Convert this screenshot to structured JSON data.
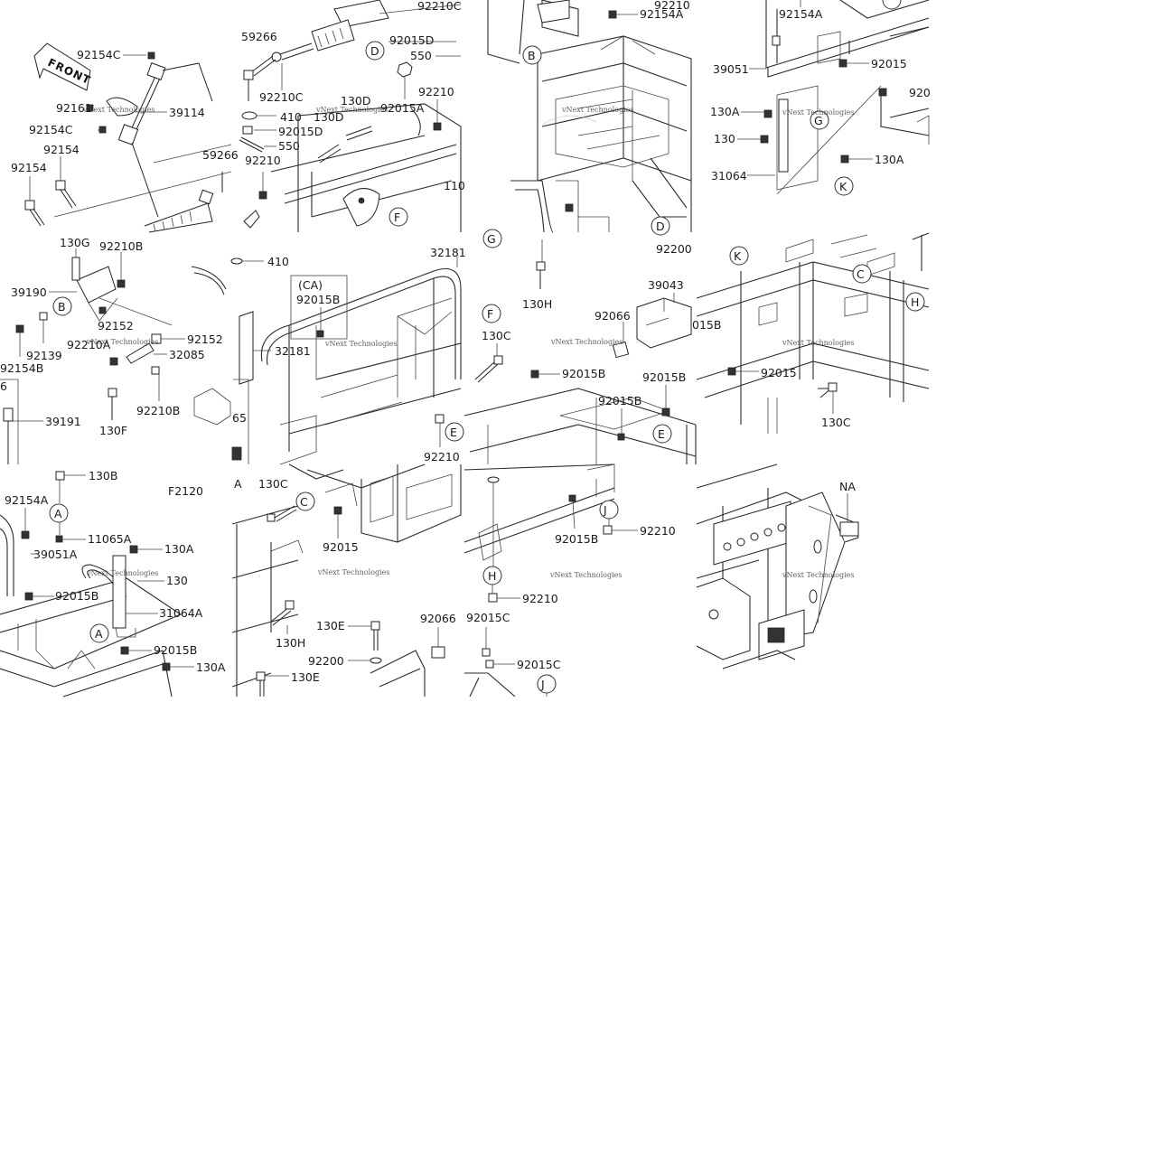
{
  "figure_code": "F2120",
  "front_arrow": "FRONT",
  "watermark": "vNext Technologies",
  "callout_box": {
    "heading": "(CA)",
    "part": "92015B"
  },
  "tile1": {
    "labels": [
      "92154C",
      "92161",
      "39114",
      "92154C",
      "92154",
      "92154",
      "59266"
    ]
  },
  "tile2": {
    "labels": [
      "92210C",
      "59266",
      "92015D",
      "550",
      "92210C",
      "410",
      "130D",
      "130D",
      "92015A",
      "92015D",
      "550",
      "92210",
      "92210",
      "110"
    ]
  },
  "tile3": {
    "labels": [
      "92154A",
      "92210",
      "92200"
    ]
  },
  "tile4": {
    "labels": [
      "92154A",
      "39051",
      "92015",
      "920",
      "130A",
      "130",
      "130A",
      "31064"
    ]
  },
  "tile5": {
    "labels": [
      "130G",
      "92210B",
      "39190",
      "92152",
      "92152",
      "92210A",
      "92139",
      "32085",
      "92154B",
      "130F",
      "92210B",
      "39191",
      "6"
    ]
  },
  "tile6": {
    "labels": [
      "410",
      "32181",
      "32181",
      "130C",
      "92210",
      "65"
    ]
  },
  "tile7": {
    "labels": [
      "130H",
      "39043",
      "92066",
      "015B",
      "92015B",
      "92015B",
      "92015B"
    ]
  },
  "tile8": {
    "labels": [
      "92015",
      "130C"
    ]
  },
  "tile9": {
    "labels": [
      "130B",
      "92154A",
      "11065A",
      "39051A",
      "130A",
      "130",
      "92015B",
      "31064A",
      "92015B",
      "130A"
    ]
  },
  "tile10": {
    "labels": [
      "A",
      "130C",
      "92015",
      "130H",
      "130E",
      "92066",
      "92200",
      "130E"
    ]
  },
  "tile11": {
    "labels": [
      "92015B",
      "92210",
      "92210",
      "92015C",
      "92015C"
    ]
  },
  "tile12": {
    "labels": [
      "NA"
    ]
  },
  "circle_refs": [
    "A",
    "B",
    "C",
    "D",
    "E",
    "F",
    "G",
    "H",
    "J",
    "K"
  ]
}
